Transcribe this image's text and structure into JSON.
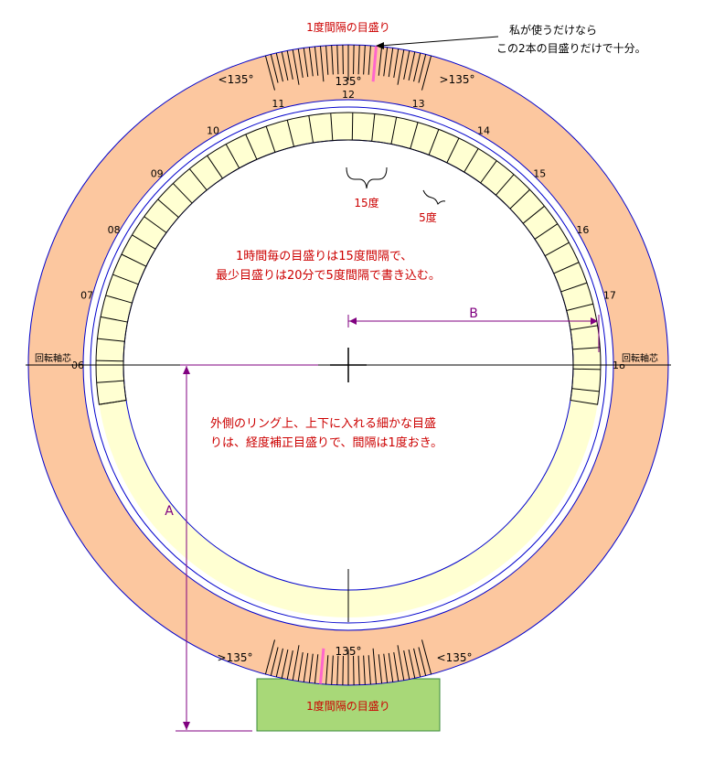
{
  "colors": {
    "outer_ring": "#fcc79f",
    "inner_ring": "#ffffd2",
    "circle_line": "#0000cc",
    "red_text": "#cc0000",
    "dimension": "#800080",
    "base_fill": "#a8d878",
    "base_stroke": "#3a8a3a",
    "highlight_tick": "#ff66cc"
  },
  "top_scale_label": "1度間隔の目盛り",
  "bottom_scale_label": "1度間隔の目盛り",
  "note_lines": [
    "私が使うだけなら",
    "この2本の目盛りだけで十分。"
  ],
  "top_left_mark": "<135°",
  "top_right_mark": ">135°",
  "top_center_mark": "135°",
  "bottom_left_mark": ">135°",
  "bottom_right_mark": "<135°",
  "bottom_center_mark": "135°",
  "axis_left_label": "回転軸芯",
  "axis_right_label": "回転軸芯",
  "hour_labels": [
    "06",
    "07",
    "08",
    "09",
    "10",
    "11",
    "12",
    "13",
    "14",
    "15",
    "16",
    "17",
    "18"
  ],
  "label_15deg": "15度",
  "label_5deg": "5度",
  "explanation_1": [
    "1時間毎の目盛りは15度間隔で、",
    "最少目盛りは20分で5度間隔で書き込む。"
  ],
  "explanation_2": [
    "外側のリング上、上下に入れる細かな目盛",
    "りは、経度補正目盛りで、間隔は1度おき。"
  ],
  "dim_a_label": "A",
  "dim_b_label": "B"
}
